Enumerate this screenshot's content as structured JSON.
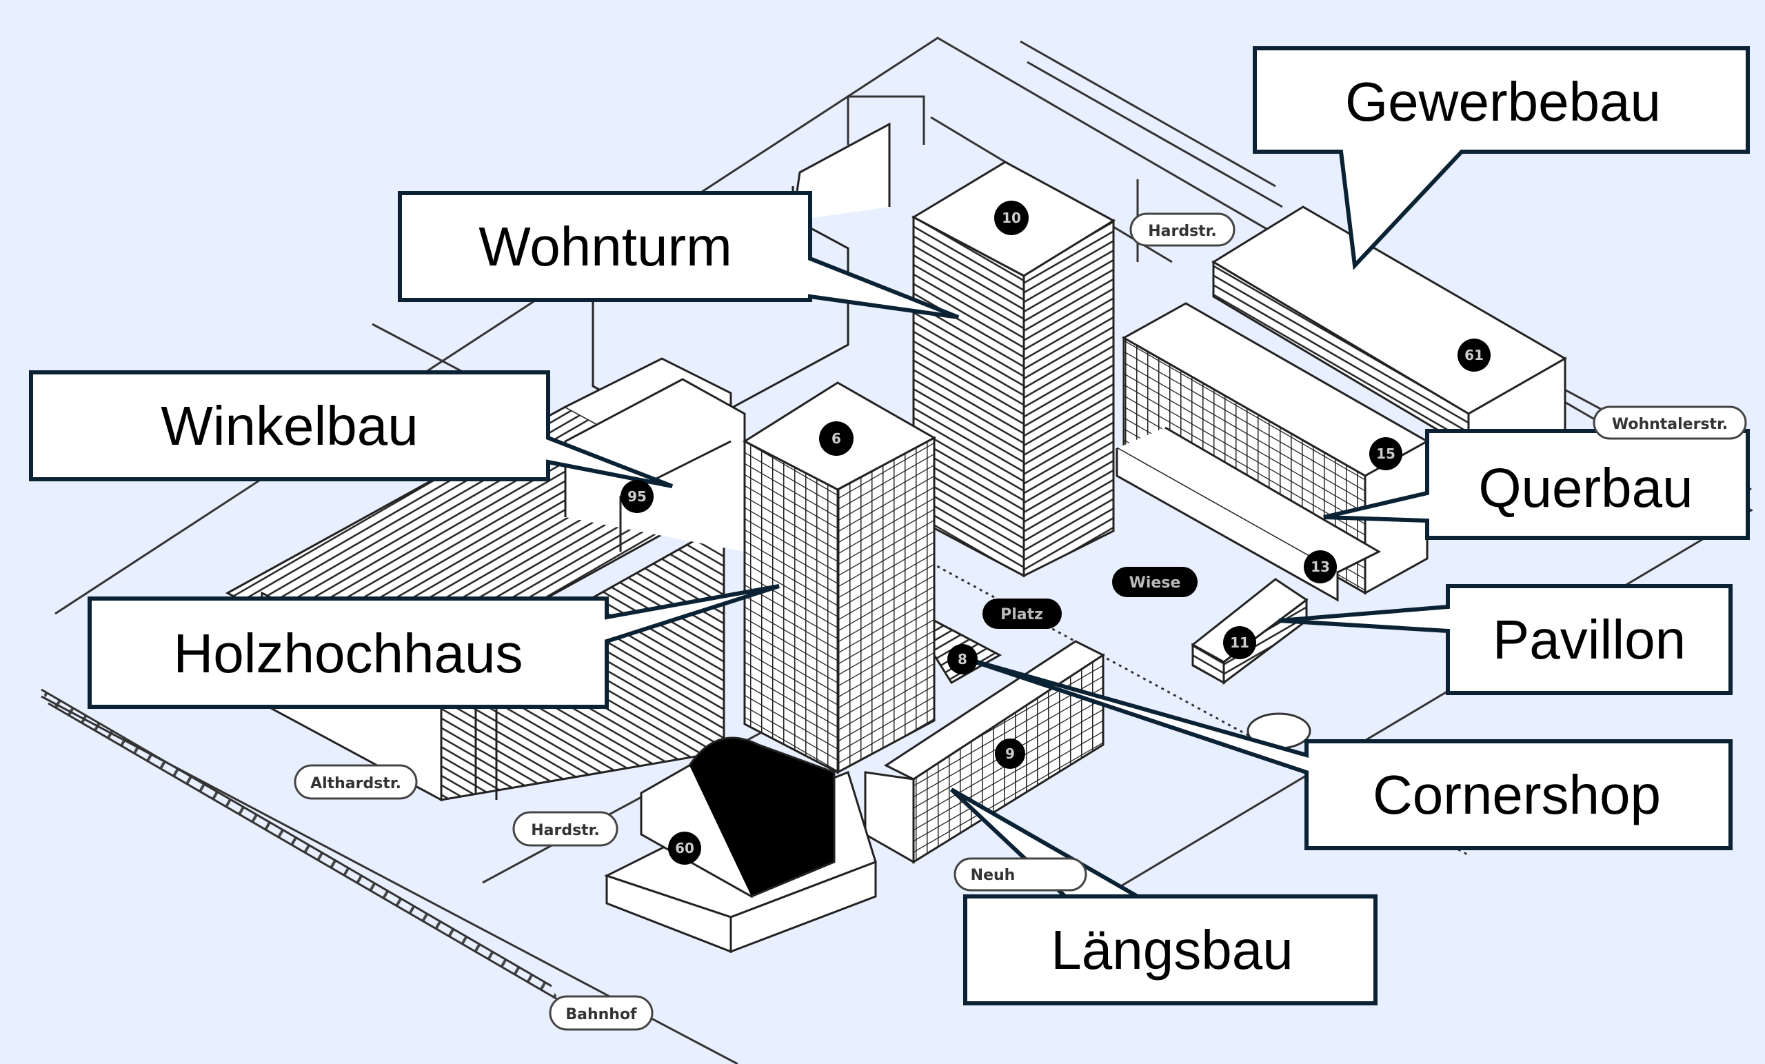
{
  "colors": {
    "background": "#e8effe",
    "callout_border": "#0a2233",
    "callout_fill": "#ffffff",
    "building_line": "#222222",
    "marker_fill": "#000000"
  },
  "callouts": [
    {
      "id": "gewerbebau",
      "label": "Gewerbebau"
    },
    {
      "id": "wohnturm",
      "label": "Wohnturm"
    },
    {
      "id": "winkelbau",
      "label": "Winkelbau"
    },
    {
      "id": "holzhochhaus",
      "label": "Holzhochhaus"
    },
    {
      "id": "querbau",
      "label": "Querbau"
    },
    {
      "id": "pavillon",
      "label": "Pavillon"
    },
    {
      "id": "cornershop",
      "label": "Cornershop"
    },
    {
      "id": "laengsbau",
      "label": "Längsbau"
    }
  ],
  "streets": [
    {
      "id": "hardstr-top",
      "label": "Hardstr."
    },
    {
      "id": "wohntalerstr",
      "label": "Wohntalerstr."
    },
    {
      "id": "althardstr",
      "label": "Althardstr."
    },
    {
      "id": "hardstr-bottom",
      "label": "Hardstr."
    },
    {
      "id": "neuhardstr",
      "label": "Neuh"
    },
    {
      "id": "bahnhof",
      "label": "Bahnhof"
    }
  ],
  "places": [
    {
      "id": "platz",
      "label": "Platz"
    },
    {
      "id": "wiese",
      "label": "Wiese"
    }
  ],
  "building_numbers": [
    {
      "id": "n10",
      "label": "10"
    },
    {
      "id": "n6",
      "label": "6"
    },
    {
      "id": "n95",
      "label": "95"
    },
    {
      "id": "n61",
      "label": "61"
    },
    {
      "id": "n15",
      "label": "15"
    },
    {
      "id": "n13",
      "label": "13"
    },
    {
      "id": "n11",
      "label": "11"
    },
    {
      "id": "n8",
      "label": "8"
    },
    {
      "id": "n9",
      "label": "9"
    },
    {
      "id": "n60",
      "label": "60"
    }
  ]
}
